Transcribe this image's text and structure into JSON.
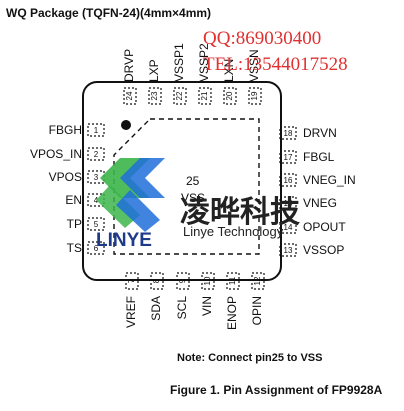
{
  "header": {
    "package_title": "WQ Package (TQFN-24)(4mm×4mm)"
  },
  "watermark": {
    "qq": "QQ:869030400",
    "tel": "TEL:13544017528",
    "brand_cn": "凌晔科技",
    "brand_en": "LINYE",
    "brand_sub": "Linye Technology",
    "colors": {
      "red": "#e03030",
      "green": "#3cb54a",
      "blue": "#1e6fd9",
      "dark": "#222222"
    }
  },
  "center_pad": {
    "number": "25",
    "label": "VSS"
  },
  "pins": {
    "left": [
      {
        "n": "1",
        "name": "FBGH"
      },
      {
        "n": "2",
        "name": "VPOS_IN"
      },
      {
        "n": "3",
        "name": "VPOS"
      },
      {
        "n": "4",
        "name": "EN"
      },
      {
        "n": "5",
        "name": "TP"
      },
      {
        "n": "6",
        "name": "TS"
      }
    ],
    "bottom": [
      {
        "n": "7",
        "name": "VREF"
      },
      {
        "n": "8",
        "name": "SDA"
      },
      {
        "n": "9",
        "name": "SCL"
      },
      {
        "n": "10",
        "name": "VIN"
      },
      {
        "n": "11",
        "name": "ENOP"
      },
      {
        "n": "12",
        "name": "OPIN"
      }
    ],
    "right": [
      {
        "n": "18",
        "name": "DRVN"
      },
      {
        "n": "17",
        "name": "FBGL"
      },
      {
        "n": "16",
        "name": "VNEG_IN"
      },
      {
        "n": "15",
        "name": "VNEG"
      },
      {
        "n": "14",
        "name": "OPOUT"
      },
      {
        "n": "13",
        "name": "VSSOP"
      }
    ],
    "top": [
      {
        "n": "24",
        "name": "DRVP"
      },
      {
        "n": "23",
        "name": "LXP"
      },
      {
        "n": "22",
        "name": "VSSP1"
      },
      {
        "n": "21",
        "name": "VSSP2"
      },
      {
        "n": "20",
        "name": "LXN"
      },
      {
        "n": "19",
        "name": "VSSN"
      }
    ]
  },
  "note": "Note: Connect pin25 to VSS",
  "caption": "Figure 1. Pin Assignment of FP9928A"
}
